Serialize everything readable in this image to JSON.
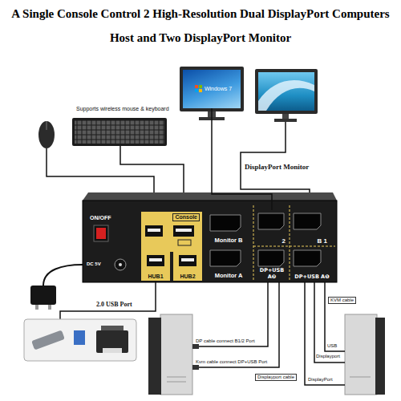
{
  "diagram": {
    "title": "A Single Console Control 2 High-Resolution Dual DisplayPort Computers Host and Two DisplayPort Monitor",
    "nodes": [
      {
        "text": [
          "Windows 7"
        ]
      },
      {
        "text": [
          "Console"
        ]
      },
      {
        "text": [
          "HUB1"
        ]
      },
      {
        "text": [
          "HUB2"
        ]
      },
      {
        "text": [
          "Monitor B"
        ]
      },
      {
        "text": [
          "Monitor A"
        ]
      },
      {
        "text": [
          "2"
        ]
      },
      {
        "text": [
          "B 1"
        ]
      },
      {
        "text": [
          "DP+USB A❷"
        ]
      },
      {
        "text": [
          "DP+USB A❶"
        ]
      }
    ],
    "edges": [
      {
        "from": 0,
        "to": 6,
        "arrow": "none"
      }
    ],
    "labels": [
      "Supports wireless mouse & keyboard",
      "DisplayPort Monitor",
      "ON/OFF",
      "DC 5V",
      "2.0 USB Port",
      "KVM cable",
      "DP cable connect B1/2 Port",
      "Kvm cable connect DP+USB Port",
      "USB",
      "Displayport",
      "Displayport cable",
      "DisplayPort"
    ]
  }
}
